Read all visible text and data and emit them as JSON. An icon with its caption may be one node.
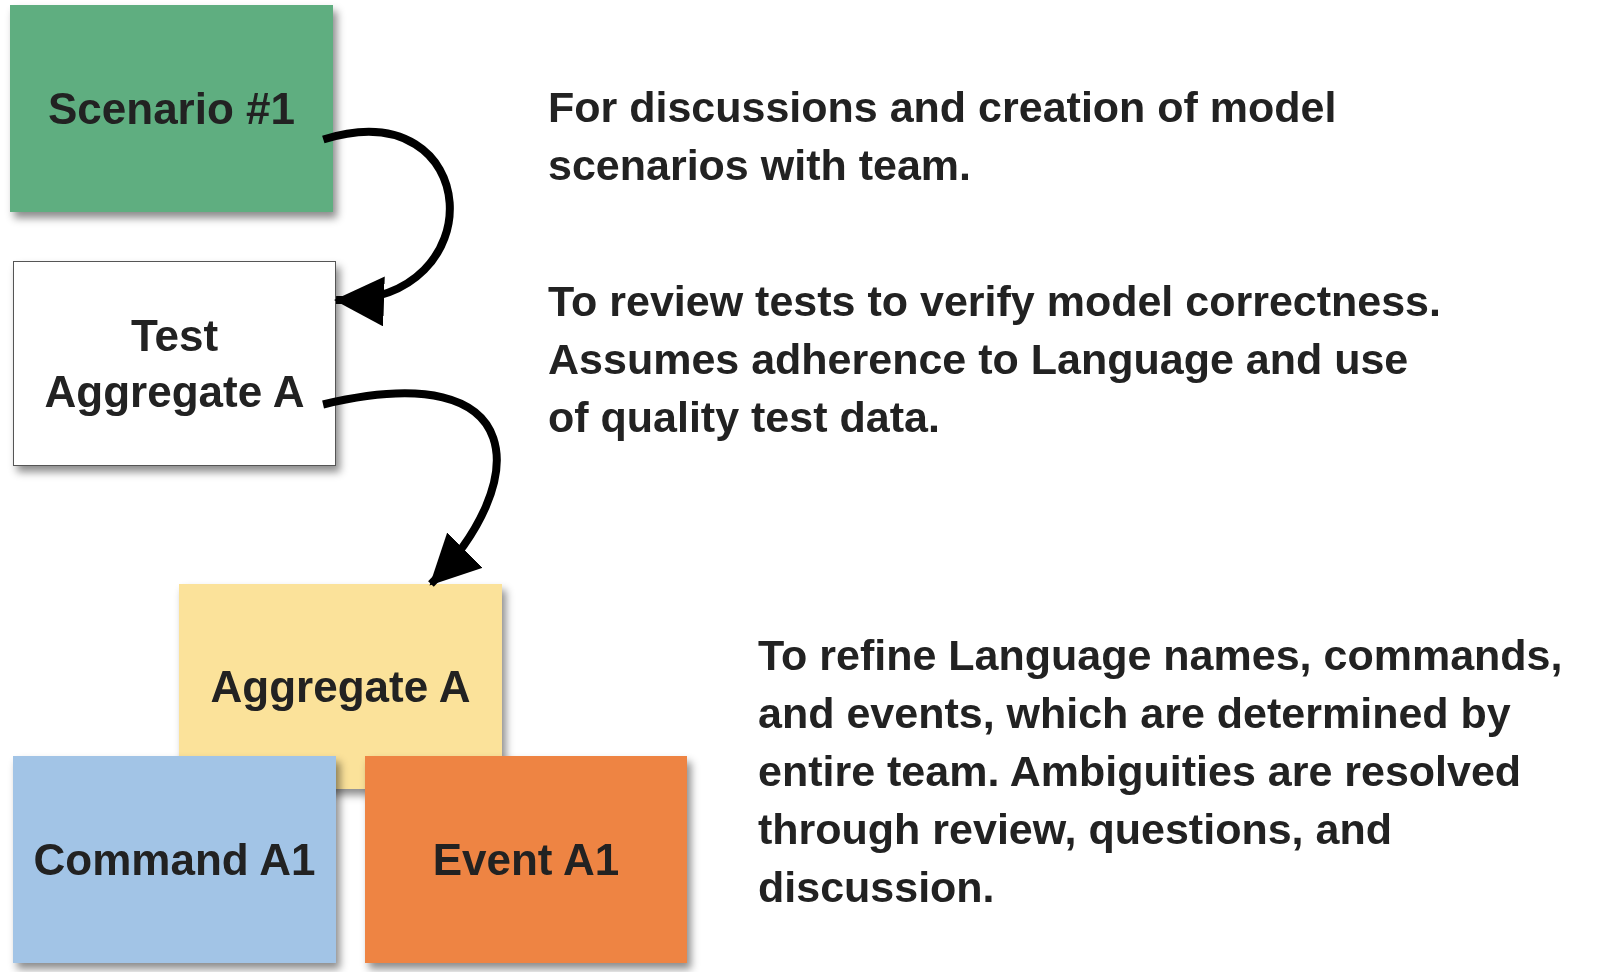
{
  "diagram": {
    "nodes": [
      {
        "text": [
          "Scenario #1"
        ]
      },
      {
        "text": [
          "Test Aggregate A"
        ]
      },
      {
        "text": [
          "Aggregate A"
        ]
      },
      {
        "text": [
          "Command A1"
        ]
      },
      {
        "text": [
          "Event A1"
        ]
      }
    ],
    "edges": [
      {
        "from": 0,
        "to": 1,
        "arrow": "to"
      },
      {
        "from": 1,
        "to": 2,
        "arrow": "to"
      }
    ],
    "labels": [
      "For discussions and creation of model scenarios with team.",
      "To review tests to verify model correctness. Assumes adherence to Language and use of quality test data.",
      "To refine Language names, commands, and events, which are determined by entire team. Ambiguities are resolved through review, questions, and discussion."
    ]
  }
}
